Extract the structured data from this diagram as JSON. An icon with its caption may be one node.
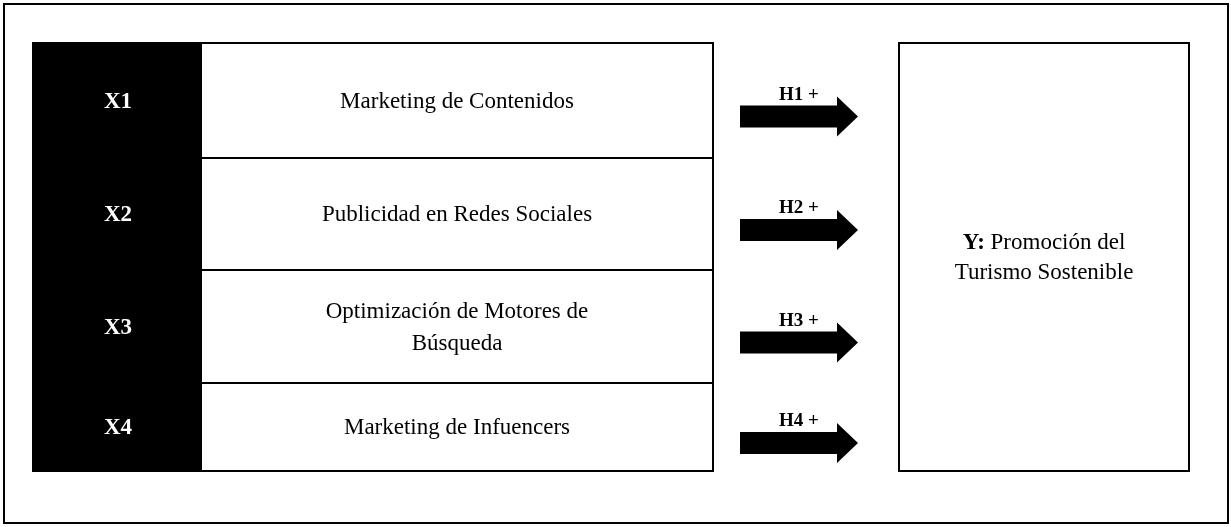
{
  "diagram": {
    "nodes": [
      {
        "text": [
          "X1",
          "Marketing de Contenidos"
        ]
      },
      {
        "text": [
          "X2",
          "Publicidad en Redes Sociales"
        ]
      },
      {
        "text": [
          "X3",
          "Optimización de Motores de Búsqueda"
        ]
      },
      {
        "text": [
          "X4",
          "Marketing de Infuencers"
        ]
      },
      {
        "text": [
          "**Y:** Promoción del Turismo Sostenible"
        ]
      }
    ],
    "edges": [
      {
        "from": 0,
        "to": 4,
        "arrow": "to",
        "label": "H1 +",
        "style": "thick"
      },
      {
        "from": 1,
        "to": 4,
        "arrow": "to",
        "label": "H2 +",
        "style": "thick"
      },
      {
        "from": 2,
        "to": 4,
        "arrow": "to",
        "label": "H3 +",
        "style": "thick"
      },
      {
        "from": 3,
        "to": 4,
        "arrow": "to",
        "label": "H4 +",
        "style": "thick"
      }
    ]
  }
}
